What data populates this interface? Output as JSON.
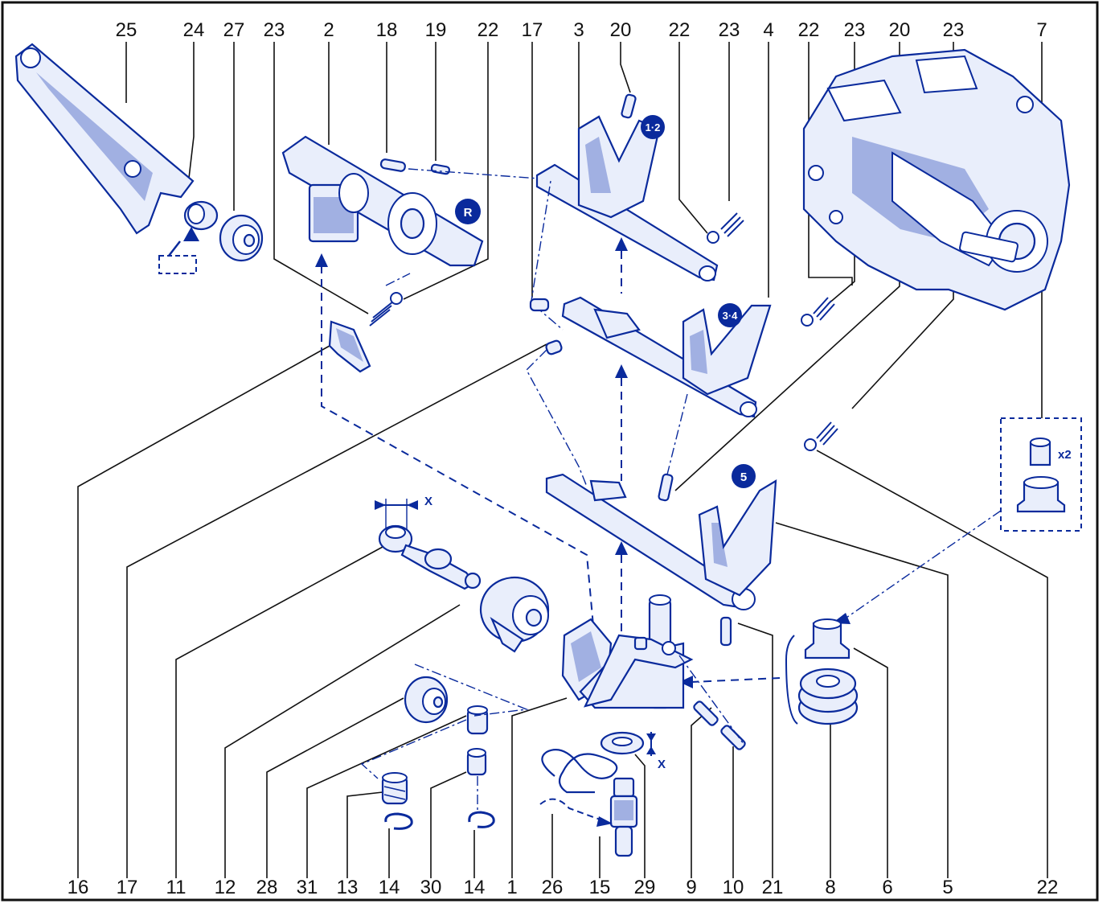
{
  "top_labels": [
    "25",
    "24",
    "27",
    "23",
    "2",
    "18",
    "19",
    "22",
    "17",
    "3",
    "20",
    "22",
    "23",
    "4",
    "22",
    "23",
    "20",
    "23",
    "7"
  ],
  "bottom_labels": [
    "16",
    "17",
    "11",
    "12",
    "28",
    "31",
    "13",
    "14",
    "30",
    "14",
    "1",
    "26",
    "15",
    "29",
    "9",
    "10",
    "21",
    "8",
    "6",
    "5",
    "22"
  ],
  "badges": {
    "fork12": "1·2",
    "fork34": "3·4",
    "fork5": "5",
    "reverse": "R"
  },
  "inset": {
    "qty": "x2"
  },
  "dim": {
    "x1": "X",
    "x2": "X"
  },
  "colors": {
    "ink": "#0a2a9c",
    "frame": "#111111"
  }
}
